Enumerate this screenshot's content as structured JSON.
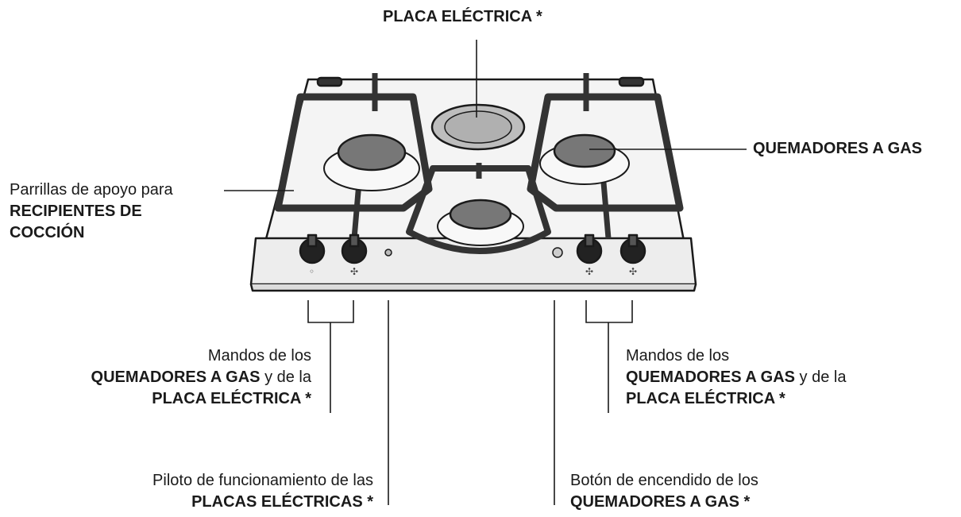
{
  "labels": {
    "top": {
      "bold": "PLACA ELÉCTRICA *"
    },
    "right_burners": {
      "bold": "QUEMADORES A GAS"
    },
    "grids": {
      "line1": "Parrillas de apoyo para",
      "line2": "RECIPIENTES DE",
      "line3": "COCCIÓN"
    },
    "knobs_left": {
      "line1": "Mandos de los",
      "line2_bold": "QUEMADORES A GAS",
      "line2_rest": " y de la",
      "line3": "PLACA ELÉCTRICA *"
    },
    "knobs_right": {
      "line1": "Mandos de los",
      "line2_bold": "QUEMADORES A GAS",
      "line2_rest": " y de la",
      "line3": "PLACA ELÉCTRICA *"
    },
    "pilot": {
      "line1": "Piloto de funcionamiento de las",
      "line2": "PLACAS ELÉCTRICAS *"
    },
    "ignition": {
      "line1": "Botón de encendido de los",
      "line2": "QUEMADORES A GAS *"
    }
  },
  "colors": {
    "line": "#1a1a1a",
    "burner": "#8a8a8a",
    "hob": "#f2f2f2"
  }
}
